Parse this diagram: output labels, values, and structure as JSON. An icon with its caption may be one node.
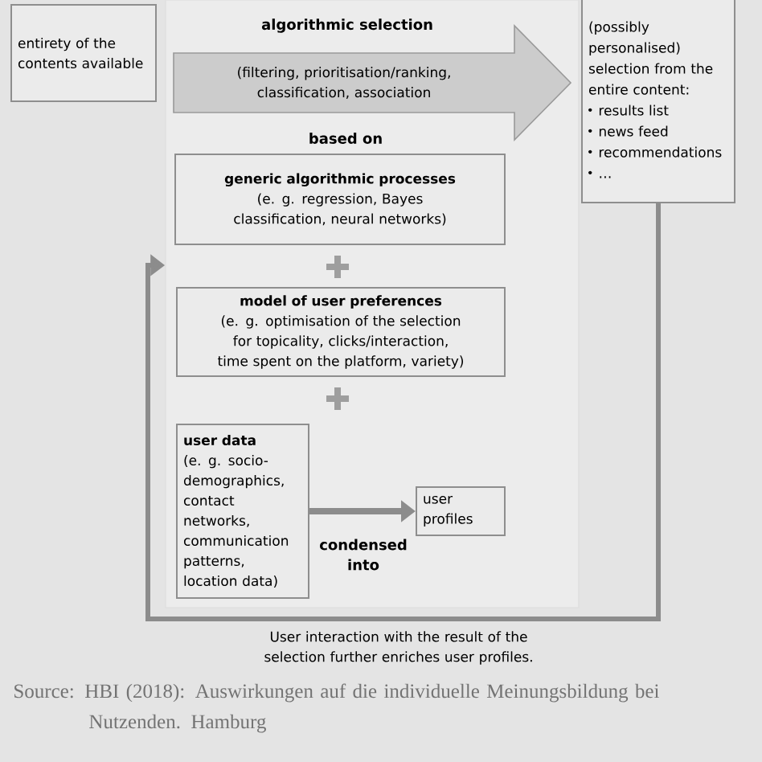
{
  "diagram": {
    "caption": "Source: HBI (2018): Auswirkungen auf die individuelle Meinungsbildung bei Nutzenden. Hamburg",
    "nodes": [
      {
        "text": [
          "entirety of the contents available"
        ]
      },
      {
        "text": [],
        "shape": "box"
      },
      {
        "text": [
          "algorithmic selection",
          "(filtering, prioritisation/ranking, classification, association"
        ],
        "in": 1
      },
      {
        "text": [
          "(possibly personalised) selection from the entire content:",
          "results list",
          "news feed",
          "recommendations",
          "…"
        ]
      },
      {
        "text": [
          "generic algorithmic processes",
          "(e. g. regression, Bayes classification, neural networks)"
        ],
        "in": 1
      },
      {
        "text": [
          "model of user preferences",
          "(e. g. optimisation of the selection for topicality, clicks/interaction, time spent on the platform, variety)"
        ],
        "in": 1
      },
      {
        "text": [
          "user data",
          "(e. g. socio-demographics, contact networks, communication patterns, location data)"
        ],
        "in": 1
      },
      {
        "text": [
          "user profiles"
        ],
        "in": 1
      }
    ],
    "edges": [
      {
        "from": 6,
        "to": 7,
        "arrow": "to",
        "label": "condensed into"
      },
      {
        "from": 3,
        "to": 1,
        "arrow": "to",
        "label": "User interaction with the result of the selection further enriches user profiles."
      }
    ],
    "labels": [
      "based on"
    ]
  }
}
